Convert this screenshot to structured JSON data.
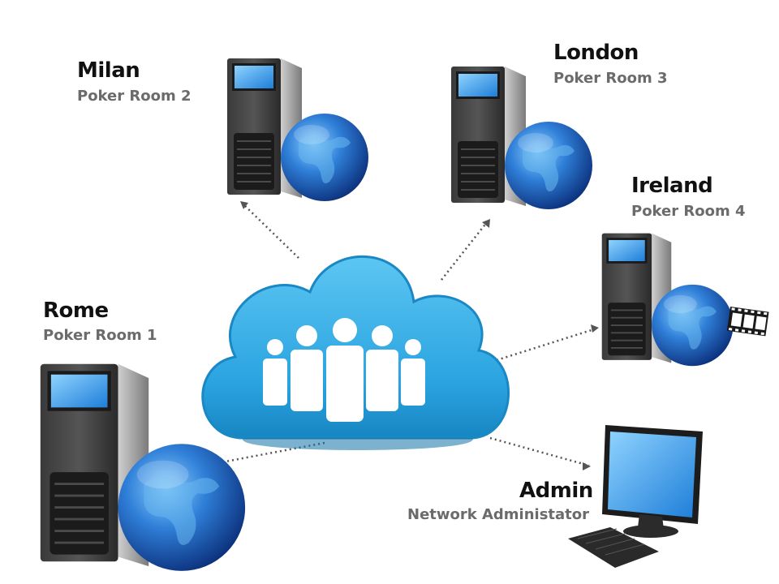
{
  "colors": {
    "cloud": "#3fb0e6",
    "cloud_dark": "#1b8fc8",
    "globe": "#1f66c8",
    "server_body": "#2a2a2a",
    "screen": "#2e8fe0",
    "connector": "#555555"
  },
  "hub": {
    "icon": "cloud-users-icon"
  },
  "nodes": {
    "milan": {
      "title": "Milan",
      "subtitle": "Poker Room 2",
      "icon": "server-globe-icon"
    },
    "london": {
      "title": "London",
      "subtitle": "Poker Room 3",
      "icon": "server-globe-icon"
    },
    "ireland": {
      "title": "Ireland",
      "subtitle": "Poker Room 4",
      "icon": "server-globe-icon"
    },
    "rome": {
      "title": "Rome",
      "subtitle": "Poker Room 1",
      "icon": "server-globe-icon"
    },
    "admin": {
      "title": "Admin",
      "subtitle": "Network Administator",
      "icon": "desktop-computer-icon"
    }
  }
}
